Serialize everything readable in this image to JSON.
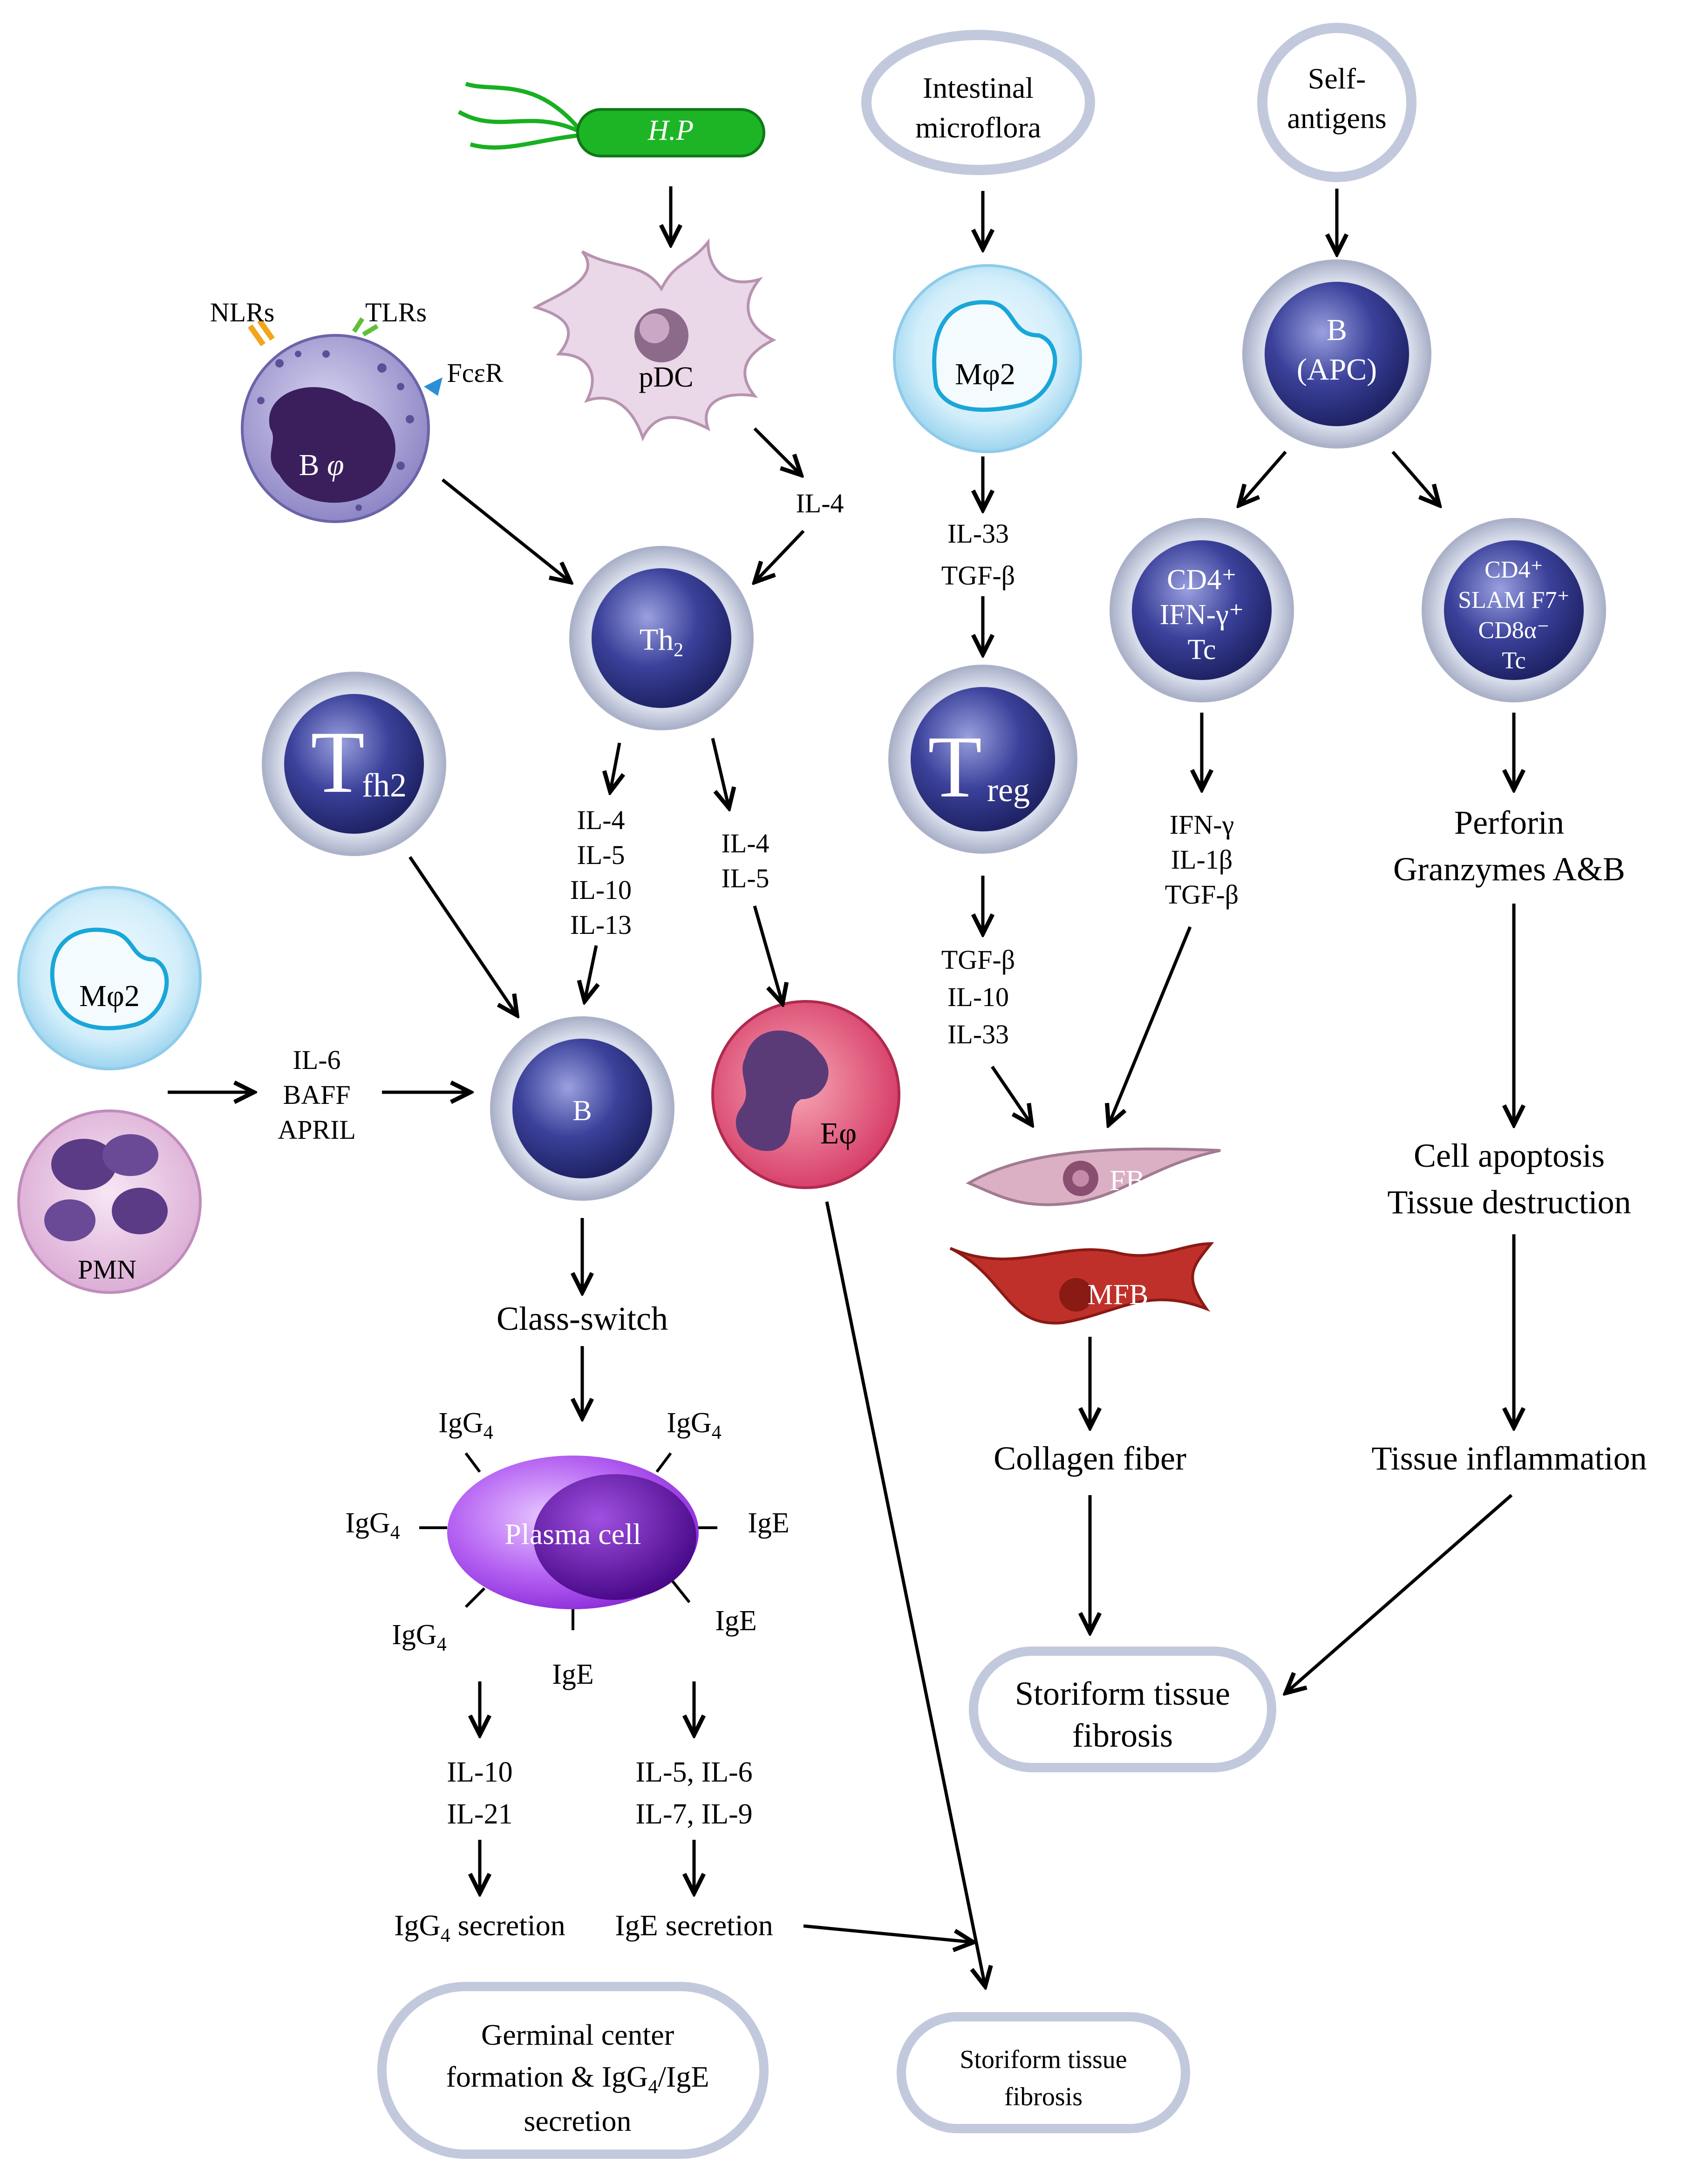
{
  "colors": {
    "cell_outer": "#c3c9dc",
    "cell_inner": "#2f3585",
    "macro_outer": "#b7e0f3",
    "macro_inner": "#eaf7fd",
    "oval_stroke": "#c3c9dc",
    "arrow": "#000000",
    "hp": "#18b021",
    "pdc": "#e9d6e6",
    "plasma": "#b25ff0",
    "plasma_nucleus": "#5a0ea0",
    "eos": "#e05575",
    "fb": "#dbb0c4",
    "mfb": "#bf2d22",
    "pmn": "#ecc6e6",
    "basophil": "#a9a2d5"
  },
  "sources": {
    "hp": "H.P",
    "microflora": [
      "Intestinal",
      "microflora"
    ],
    "self_antigens": [
      "Self-",
      "antigens"
    ]
  },
  "cells": {
    "pdc": "pDC",
    "basophil": "B",
    "basophil_phi": "φ",
    "nlrs": "NLRs",
    "tlrs": "TLRs",
    "fcer": "FcεR",
    "th2": "Th",
    "th2_sub": "2",
    "tfh2": "T",
    "tfh2_sub": "fh2",
    "b_cell": "B",
    "eosinophil": "Eφ",
    "mphi2_mid": "Mφ2",
    "mphi2_left": "Mφ2",
    "pmn": "PMN",
    "treg": "T",
    "treg_sub": "reg",
    "b_apc": [
      "B",
      "(APC)"
    ],
    "cd4_ifn": [
      "CD4⁺",
      "IFN-γ⁺",
      "Tc"
    ],
    "cd4_slam": [
      "CD4⁺",
      "SLAM F7⁺",
      "CD8α⁻",
      "Tc"
    ],
    "fb": "FB",
    "mfb": "MFB",
    "plasma": "Plasma cell"
  },
  "labels": {
    "il4_pdc": "IL-4",
    "th2_out_1": [
      "IL-4",
      "IL-5",
      "IL-10",
      "IL-13"
    ],
    "th2_out_2": [
      "IL-4",
      "IL-5"
    ],
    "il6_baff": [
      "IL-6",
      "BAFF",
      "APRIL"
    ],
    "mphi_out": [
      "IL-33",
      "TGF-β"
    ],
    "treg_out": [
      "TGF-β",
      "IL-10",
      "IL-33"
    ],
    "tc_out": [
      "IFN-γ",
      "IL-1β",
      "TGF-β"
    ],
    "perforin": [
      "Perforin",
      "Granzymes A&B"
    ],
    "apoptosis": [
      "Cell apoptosis",
      "Tissue destruction"
    ],
    "inflammation": "Tissue inflammation",
    "collagen": "Collagen fiber",
    "class_switch": "Class-switch",
    "igg4": "IgG",
    "igg4_sub": "4",
    "ige": "IgE",
    "left_out": [
      "IL-10",
      "IL-21"
    ],
    "right_out": [
      "IL-5, IL-6",
      "IL-7, IL-9"
    ],
    "igg4_secretion": "secretion",
    "ige_secretion": "IgE secretion"
  },
  "outcomes": {
    "storiform_right": [
      "Storiform tissue",
      "fibrosis"
    ],
    "storiform_bottom": [
      "Storiform tissue",
      "fibrosis"
    ],
    "germinal": [
      "Germinal center",
      "formation & IgG",
      "/IgE",
      "secretion"
    ]
  }
}
